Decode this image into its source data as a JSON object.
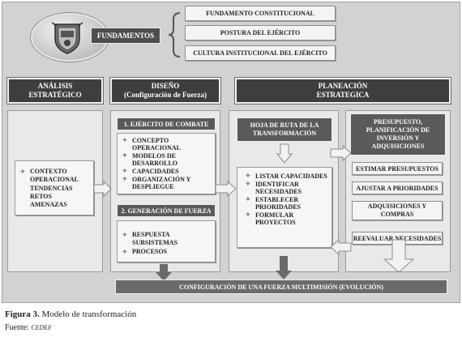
{
  "fundamentos": {
    "label": "FUNDAMENTOS",
    "items": [
      "FUNDAMENTO CONSTITUCIONAL",
      "POSTURA DEL EJÉRCITO",
      "CULTURA INSTITUCIONAL DEL EJÉRCITO"
    ]
  },
  "columns": {
    "analisis": {
      "title_line1": "ANÁLISIS",
      "title_line2": "ESTRATÉGICO"
    },
    "diseno": {
      "title_line1": "DISEÑO",
      "title_line2": "(Configuración de Fuerza)"
    },
    "planeacion": {
      "title_line1": "PLANEACIÓN",
      "title_line2": "ESTRATEGICA"
    }
  },
  "analisis_items": [
    "CONTEXTO",
    "OPERACIONAL",
    "TENDENCIAS",
    "RETOS",
    "AMENAZAS"
  ],
  "ejercito_combate": {
    "title": "1. EJÉRCITO DE COMBATE",
    "items": [
      "CONCEPTO OPERACIONAL",
      "MODELOS DE DESARROLLO",
      "CAPACIDADES",
      "ORGANIZACIÓN Y DESPLIEGUE"
    ]
  },
  "generacion_fuerza": {
    "title": "2. GENERACIÓN DE FUERZA",
    "items": [
      "RESPUESTA",
      "SUBSISTEMAS",
      "PROCESOS"
    ]
  },
  "hoja_ruta": {
    "title": "HOJA DE RUTA DE LA TRANSFORMACIÓN",
    "items": [
      "LISTAR CAPACIDADES",
      "IDENTIFICAR NECESIDADES",
      "ESTABLECER PRIORIDADES",
      "FORMULAR PROYECTOS"
    ]
  },
  "presupuesto": {
    "title": "PRESUPUESTO, PLANIFICACIÓN DE INVERSIÓN Y ADQUISICIONES",
    "steps": [
      "ESTIMAR PRESUPUESTOS",
      "AJUSTAR A PRIORIDADES",
      "ADQUISICIONES Y COMPRAS",
      "REEVALUAR NECESIDADES"
    ]
  },
  "bottom_bar": "CONFIGURACIÓN DE UNA FUERZA MULTIMISIÓN (EVOLUCIÓN)",
  "caption": {
    "label": "Figura 3.",
    "text": " Modelo de transformación"
  },
  "source": {
    "label": "Fuente: ",
    "value": "CEDEF"
  },
  "colors": {
    "dark_header": "#3e3e3e",
    "background": "#d2d2d2",
    "arrow": "#7a7a7a"
  }
}
